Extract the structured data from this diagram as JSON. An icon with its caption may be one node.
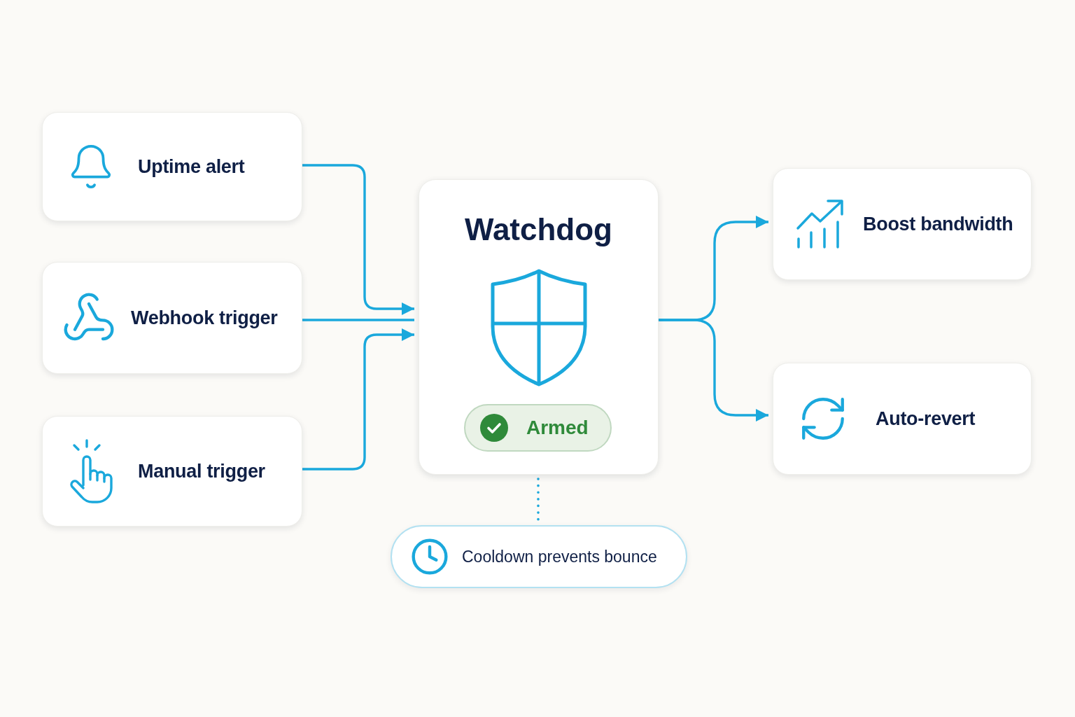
{
  "diagram": {
    "nodes": [
      {
        "text": [
          "Uptime alert"
        ]
      },
      {
        "text": [
          "Webhook trigger"
        ]
      },
      {
        "text": [
          "Manual trigger"
        ]
      },
      {
        "text": [
          "Watchdog"
        ]
      },
      {
        "text": [
          "Armed"
        ],
        "in": 3
      },
      {
        "text": [
          "Boost bandwidth"
        ]
      },
      {
        "text": [
          "Auto-revert"
        ]
      },
      {
        "text": [
          "Cooldown prevents bounce"
        ]
      }
    ],
    "edges": [
      {
        "from": 0,
        "to": 3,
        "arrow": "to"
      },
      {
        "from": 1,
        "to": 3,
        "arrow": "none"
      },
      {
        "from": 2,
        "to": 3,
        "arrow": "to"
      },
      {
        "from": 3,
        "to": 5,
        "arrow": "to"
      },
      {
        "from": 3,
        "to": 6,
        "arrow": "to"
      },
      {
        "from": 3,
        "to": 7,
        "arrow": "none",
        "style": "dashed"
      }
    ]
  }
}
